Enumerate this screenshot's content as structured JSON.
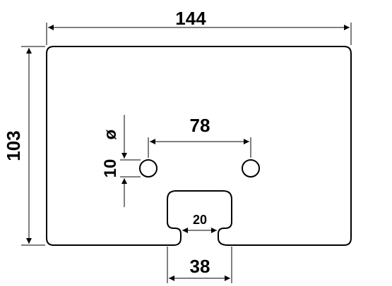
{
  "drawing": {
    "dimensions": {
      "overall_width": "144",
      "overall_height": "103",
      "hole_spacing": "78",
      "hole_diameter_value": "10",
      "hole_diameter_symbol": "ø",
      "slot_neck_width": "20",
      "slot_outer_width": "38"
    },
    "colors": {
      "line": "#000000",
      "background": "#ffffff"
    }
  }
}
